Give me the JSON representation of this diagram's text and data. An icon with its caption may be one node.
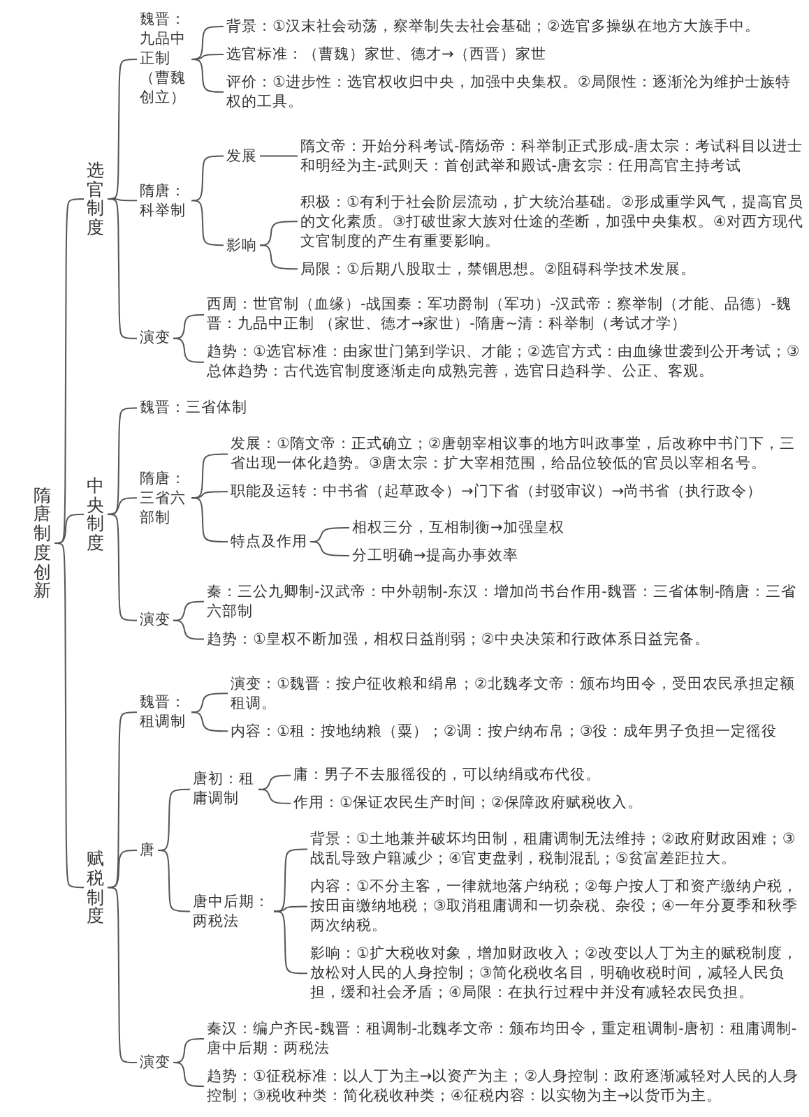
{
  "diagram": {
    "nodes": [
      {
        "text": [
          "隋唐制度创新"
        ]
      },
      {
        "text": [
          "选官制度"
        ]
      },
      {
        "text": [
          "魏晋：九品中正制（曹魏创立）"
        ]
      },
      {
        "text": [
          "背景：①汉末社会动荡，察举制失去社会基础；②选官多操纵在地方大族手中。"
        ]
      },
      {
        "text": [
          "选官标准：（曹魏）家世、德才→（西晋）家世"
        ]
      },
      {
        "text": [
          "评价：①进步性：选官权收归中央，加强中央集权。②局限性：逐渐沦为维护士族特权的工具。"
        ]
      },
      {
        "text": [
          "隋唐：科举制"
        ]
      },
      {
        "text": [
          "发展"
        ]
      },
      {
        "text": [
          "隋文帝：开始分科考试-隋炀帝：科举制正式形成-唐太宗：考试科目以进士和明经为主-武则天：首创武举和殿试-唐玄宗：任用高官主持考试"
        ]
      },
      {
        "text": [
          "影响"
        ]
      },
      {
        "text": [
          "积极：①有利于社会阶层流动，扩大统治基础。②形成重学风气，提高官员的文化素质。③打破世家大族对仕途的垄断，加强中央集权。④对西方现代文官制度的产生有重要影响。"
        ]
      },
      {
        "text": [
          "局限：①后期八股取士，禁锢思想。②阻碍科学技术发展。"
        ]
      },
      {
        "text": [
          "演变"
        ]
      },
      {
        "text": [
          "西周：世官制（血缘）-战国秦：军功爵制（军功）-汉武帝：察举制（才能、品德）-魏晋：九品中正制 （家世、德才→家世）-隋唐~清：科举制（考试才学）"
        ]
      },
      {
        "text": [
          "趋势：①选官标准：由家世门第到学识、才能；②选官方式：由血缘世袭到公开考试；③总体趋势：古代选官制度逐渐走向成熟完善，选官日趋科学、公正、客观。"
        ]
      },
      {
        "text": [
          "中央制度"
        ]
      },
      {
        "text": [
          "魏晋：三省体制"
        ]
      },
      {
        "text": [
          "隋唐：三省六部制"
        ]
      },
      {
        "text": [
          "发展：①隋文帝：正式确立；②唐朝宰相议事的地方叫政事堂，后改称中书门下，三省出现一体化趋势。③唐太宗：扩大宰相范围，给品位较低的官员以宰相名号。"
        ]
      },
      {
        "text": [
          "职能及运转：中书省（起草政令）→门下省（封驳审议）→尚书省（执行政令）"
        ]
      },
      {
        "text": [
          "特点及作用"
        ]
      },
      {
        "text": [
          "相权三分，互相制衡→加强皇权"
        ]
      },
      {
        "text": [
          "分工明确→提高办事效率"
        ]
      },
      {
        "text": [
          "演变"
        ]
      },
      {
        "text": [
          "秦：三公九卿制-汉武帝：中外朝制-东汉：增加尚书台作用-魏晋：三省体制-隋唐：三省六部制"
        ]
      },
      {
        "text": [
          "趋势：①皇权不断加强，相权日益削弱；②中央决策和行政体系日益完备。"
        ]
      },
      {
        "text": [
          "赋税制度"
        ]
      },
      {
        "text": [
          "魏晋：租调制"
        ]
      },
      {
        "text": [
          "演变：①魏晋：按户征收粮和绢帛；②北魏孝文帝：颁布均田令，受田农民承担定额租调。"
        ]
      },
      {
        "text": [
          "内容：①租：按地纳粮（粟）；②调：按户纳布帛；③役：成年男子负担一定徭役"
        ]
      },
      {
        "text": [
          "唐"
        ]
      },
      {
        "text": [
          "唐初：租庸调制"
        ]
      },
      {
        "text": [
          "庸：男子不去服徭役的，可以纳绢或布代役。"
        ]
      },
      {
        "text": [
          "作用：①保证农民生产时间；②保障政府赋税收入。"
        ]
      },
      {
        "text": [
          "唐中后期：两税法"
        ]
      },
      {
        "text": [
          "背景：①土地兼并破坏均田制，租庸调制无法维持；②政府财政困难；③战乱导致户籍减少；④官吏盘剥，税制混乱；⑤贫富差距拉大。"
        ]
      },
      {
        "text": [
          "内容：①不分主客，一律就地落户纳税；②每户按人丁和资产缴纳户税，按田亩缴纳地税；③取消租庸调和一切杂税、杂役；④一年分夏季和秋季两次纳税。"
        ]
      },
      {
        "text": [
          "影响：①扩大税收对象，增加财政收入；②改变以人丁为主的赋税制度，放松对人民的人身控制；③简化税收名目，明确收税时间，减轻人民负担，缓和社会矛盾；④局限：在执行过程中并没有减轻农民负担。"
        ]
      },
      {
        "text": [
          "演变"
        ]
      },
      {
        "text": [
          "秦汉：编户齐民-魏晋：租调制-北魏孝文帝：颁布均田令，重定租调制-唐初：租庸调制-唐中后期：两税法"
        ]
      },
      {
        "text": [
          "趋势：①征税标准：以人丁为主→以资产为主；②人身控制：政府逐渐减轻对人民的人身控制；③税收种类：简化税收种类；④征税内容：以实物为主→以货币为主。"
        ]
      }
    ],
    "edges": [
      {
        "from": 0,
        "to": 1,
        "arrow": "none"
      },
      {
        "from": 0,
        "to": 15,
        "arrow": "none"
      },
      {
        "from": 0,
        "to": 26,
        "arrow": "none"
      },
      {
        "from": 1,
        "to": 2,
        "arrow": "none"
      },
      {
        "from": 1,
        "to": 6,
        "arrow": "none"
      },
      {
        "from": 1,
        "to": 12,
        "arrow": "none"
      },
      {
        "from": 2,
        "to": 3,
        "arrow": "none"
      },
      {
        "from": 2,
        "to": 4,
        "arrow": "none"
      },
      {
        "from": 2,
        "to": 5,
        "arrow": "none"
      },
      {
        "from": 6,
        "to": 7,
        "arrow": "none"
      },
      {
        "from": 6,
        "to": 9,
        "arrow": "none"
      },
      {
        "from": 7,
        "to": 8,
        "arrow": "none"
      },
      {
        "from": 9,
        "to": 10,
        "arrow": "none"
      },
      {
        "from": 9,
        "to": 11,
        "arrow": "none"
      },
      {
        "from": 12,
        "to": 13,
        "arrow": "none"
      },
      {
        "from": 12,
        "to": 14,
        "arrow": "none"
      },
      {
        "from": 15,
        "to": 16,
        "arrow": "none"
      },
      {
        "from": 15,
        "to": 17,
        "arrow": "none"
      },
      {
        "from": 15,
        "to": 23,
        "arrow": "none"
      },
      {
        "from": 17,
        "to": 18,
        "arrow": "none"
      },
      {
        "from": 17,
        "to": 19,
        "arrow": "none"
      },
      {
        "from": 17,
        "to": 20,
        "arrow": "none"
      },
      {
        "from": 20,
        "to": 21,
        "arrow": "none"
      },
      {
        "from": 20,
        "to": 22,
        "arrow": "none"
      },
      {
        "from": 23,
        "to": 24,
        "arrow": "none"
      },
      {
        "from": 23,
        "to": 25,
        "arrow": "none"
      },
      {
        "from": 26,
        "to": 27,
        "arrow": "none"
      },
      {
        "from": 26,
        "to": 30,
        "arrow": "none"
      },
      {
        "from": 26,
        "to": 38,
        "arrow": "none"
      },
      {
        "from": 27,
        "to": 28,
        "arrow": "none"
      },
      {
        "from": 27,
        "to": 29,
        "arrow": "none"
      },
      {
        "from": 30,
        "to": 31,
        "arrow": "none"
      },
      {
        "from": 30,
        "to": 34,
        "arrow": "none"
      },
      {
        "from": 31,
        "to": 32,
        "arrow": "none"
      },
      {
        "from": 31,
        "to": 33,
        "arrow": "none"
      },
      {
        "from": 34,
        "to": 35,
        "arrow": "none"
      },
      {
        "from": 34,
        "to": 36,
        "arrow": "none"
      },
      {
        "from": 34,
        "to": 37,
        "arrow": "none"
      },
      {
        "from": 38,
        "to": 39,
        "arrow": "none"
      },
      {
        "from": 38,
        "to": 40,
        "arrow": "none"
      }
    ]
  }
}
